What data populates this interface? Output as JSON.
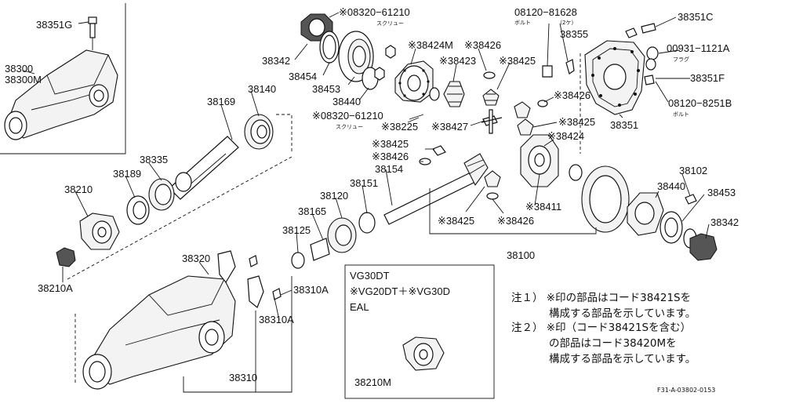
{
  "labels": {
    "l38351G": "38351G",
    "l38300": "38300",
    "l38300M": "38300M",
    "l38342a": "38342",
    "l38454": "38454",
    "l38453a": "38453",
    "l38440a": "38440",
    "l08320a": "※08320−61210",
    "l08320a_sub": "スクリュー",
    "l08320b": "※08320−61210",
    "l08320b_sub": "スクリュー",
    "l38424M": "※38424M",
    "l38426a": "※38426",
    "l38423": "※38423",
    "l38425a": "※38425",
    "l38225": "※38225",
    "l38427": "※38427",
    "l08120a": "08120−81628",
    "l08120a_sub": "ボルト",
    "l08120a_qty": "（2ケ）",
    "l38355": "38355",
    "l38351C": "38351C",
    "l00931": "00931−1121A",
    "l00931_sub": "フラグ",
    "l38351F": "38351F",
    "l08120b": "08120−8251B",
    "l08120b_sub": "ボルト",
    "l38351": "38351",
    "l38426b": "※38426",
    "l38425b": "※38425",
    "l38169": "38169",
    "l38140": "38140",
    "l38335": "38335",
    "l38189": "38189",
    "l38210": "38210",
    "l38210A": "38210A",
    "l38425c": "※38425",
    "l38426c": "※38426",
    "l38154": "38154",
    "l38424": "※38424",
    "l38151": "38151",
    "l38120": "38120",
    "l38165": "38165",
    "l38125": "38125",
    "l38411": "※38411",
    "l38425d": "※38425",
    "l38426d": "※38426",
    "l38100": "38100",
    "l38102": "38102",
    "l38440b": "38440",
    "l38453b": "38453",
    "l38342b": "38342",
    "l38320": "38320",
    "l38310A1": "38310A",
    "l38310A2": "38310A",
    "l38310": "38310",
    "l38210M": "38210M"
  },
  "legend": {
    "line1": "VG30DT",
    "line2": "※VG20DT＋※VG30D",
    "line3": "EAL"
  },
  "notes": {
    "n1a": "注１） ※印の部品はコード38421Sを",
    "n1b": "構成する部品を示しています。",
    "n2a": "注２） ※印（コード38421Sを含む）",
    "n2b": "の部品はコード38420Mを",
    "n2c": "構成する部品を示しています。"
  },
  "figure_code": "F31-A-03802-0153"
}
